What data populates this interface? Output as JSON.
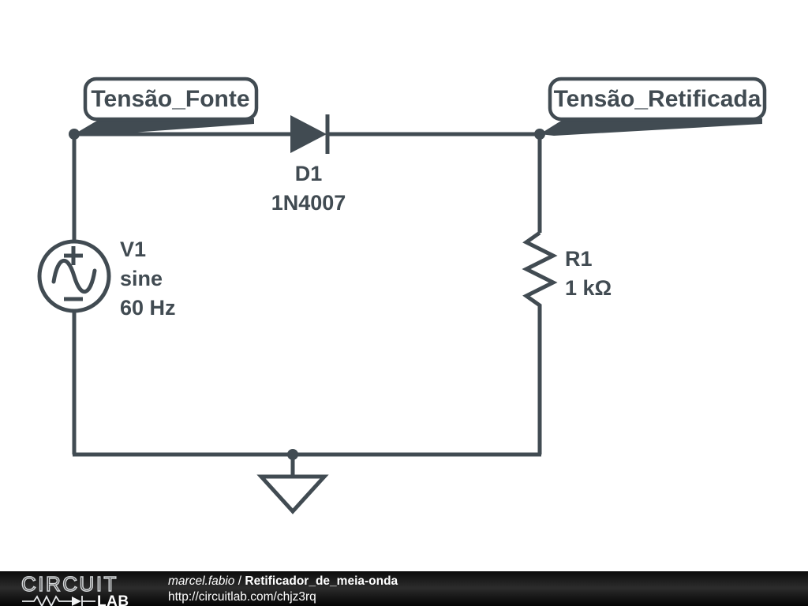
{
  "schematic": {
    "title": "Retificador_de_meia-onda",
    "line_color": "#414b52",
    "background_color": "#ffffff",
    "net_labels": [
      {
        "name": "source-node-label",
        "text": "Tensão_Fonte"
      },
      {
        "name": "rectified-node-label",
        "text": "Tensão_Retificada"
      }
    ],
    "components": [
      {
        "name": "voltage-source",
        "ref": "V1",
        "type": "sine",
        "value": "60 Hz",
        "plus_sign": "+",
        "minus_sign": "−",
        "labels": [
          "V1",
          "sine",
          "60 Hz"
        ]
      },
      {
        "name": "diode",
        "ref": "D1",
        "part": "1N4007",
        "labels": [
          "D1",
          "1N4007"
        ]
      },
      {
        "name": "resistor",
        "ref": "R1",
        "value": "1 kΩ",
        "labels": [
          "R1",
          "1 kΩ"
        ]
      },
      {
        "name": "ground",
        "ref": "GND",
        "labels": []
      }
    ]
  },
  "footer": {
    "logo": {
      "word_top": "CIRCUIT",
      "word_bottom": "LAB",
      "icons": [
        "resistor-icon",
        "diode-icon"
      ]
    },
    "author": "marcel.fabio",
    "separator": "/",
    "title": "Retificador_de_meia-onda",
    "url": "http://circuitlab.com/chjz3rq",
    "background_color": "#0d0d0d",
    "text_color": "#ffffff"
  }
}
